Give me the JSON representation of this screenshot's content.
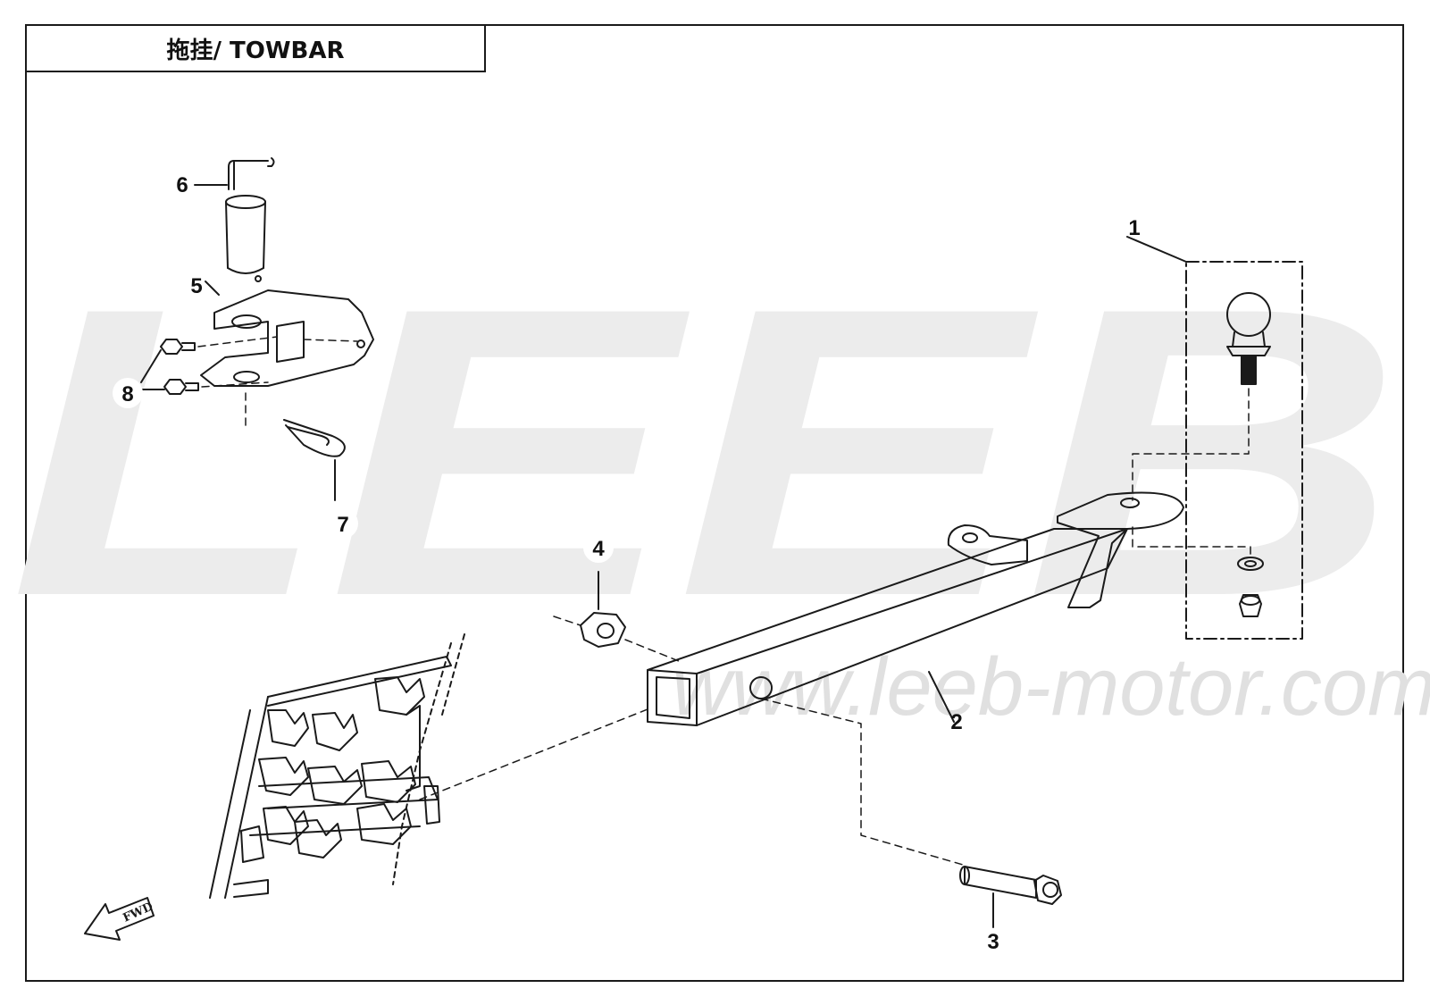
{
  "title": "拖挂/ TOWBAR",
  "watermark": {
    "brand": "LEEB",
    "url": "www.leeb-motor.com"
  },
  "fwd_label": "FWD",
  "callouts": [
    {
      "id": "1",
      "label": "1"
    },
    {
      "id": "2",
      "label": "2"
    },
    {
      "id": "3",
      "label": "3"
    },
    {
      "id": "4",
      "label": "4"
    },
    {
      "id": "5",
      "label": "5"
    },
    {
      "id": "6",
      "label": "6"
    },
    {
      "id": "7",
      "label": "7"
    },
    {
      "id": "8",
      "label": "8"
    }
  ],
  "colors": {
    "line": "#1a1a1a",
    "watermark": "#ececec",
    "watermark_url": "#e2e2e2",
    "paper": "#ffffff"
  }
}
